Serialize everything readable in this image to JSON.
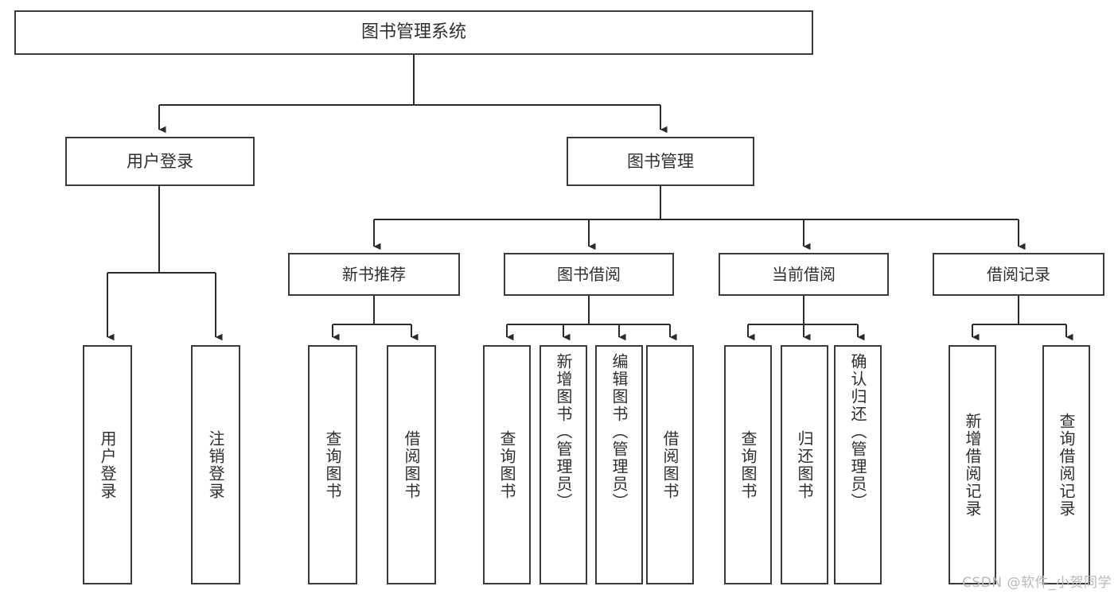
{
  "diagram": {
    "title": "图书管理系统",
    "type": "功能结构图",
    "watermark": "CSDN @软件_小贺同学",
    "colors": {
      "box_border": "#3a3a3a",
      "box_fill": "#ffffff",
      "connector": "#2b2b2b",
      "text": "#2f2f2f",
      "watermark": "#b9b9b9",
      "background": "#ffffff"
    },
    "root": {
      "label": "图书管理系统"
    },
    "level1": [
      {
        "label": "用户登录"
      },
      {
        "label": "图书管理"
      }
    ],
    "level2": [
      {
        "label": "新书推荐"
      },
      {
        "label": "图书借阅"
      },
      {
        "label": "当前借阅"
      },
      {
        "label": "借阅记录"
      }
    ],
    "leaves": {
      "user_login": [
        {
          "label": "用户登录"
        },
        {
          "label": "注销登录"
        }
      ],
      "new_book": [
        {
          "label": "查询图书"
        },
        {
          "label": "借阅图书"
        }
      ],
      "borrow_book": [
        {
          "label": "查询图书"
        },
        {
          "label": "新增图书（管理员）"
        },
        {
          "label": "编辑图书（管理员）"
        },
        {
          "label": "借阅图书"
        }
      ],
      "current_borrow": [
        {
          "label": "查询图书"
        },
        {
          "label": "归还图书"
        },
        {
          "label": "确认归还（管理员）"
        }
      ],
      "borrow_record": [
        {
          "label": "新增借阅记录"
        },
        {
          "label": "查询借阅记录"
        }
      ]
    }
  }
}
